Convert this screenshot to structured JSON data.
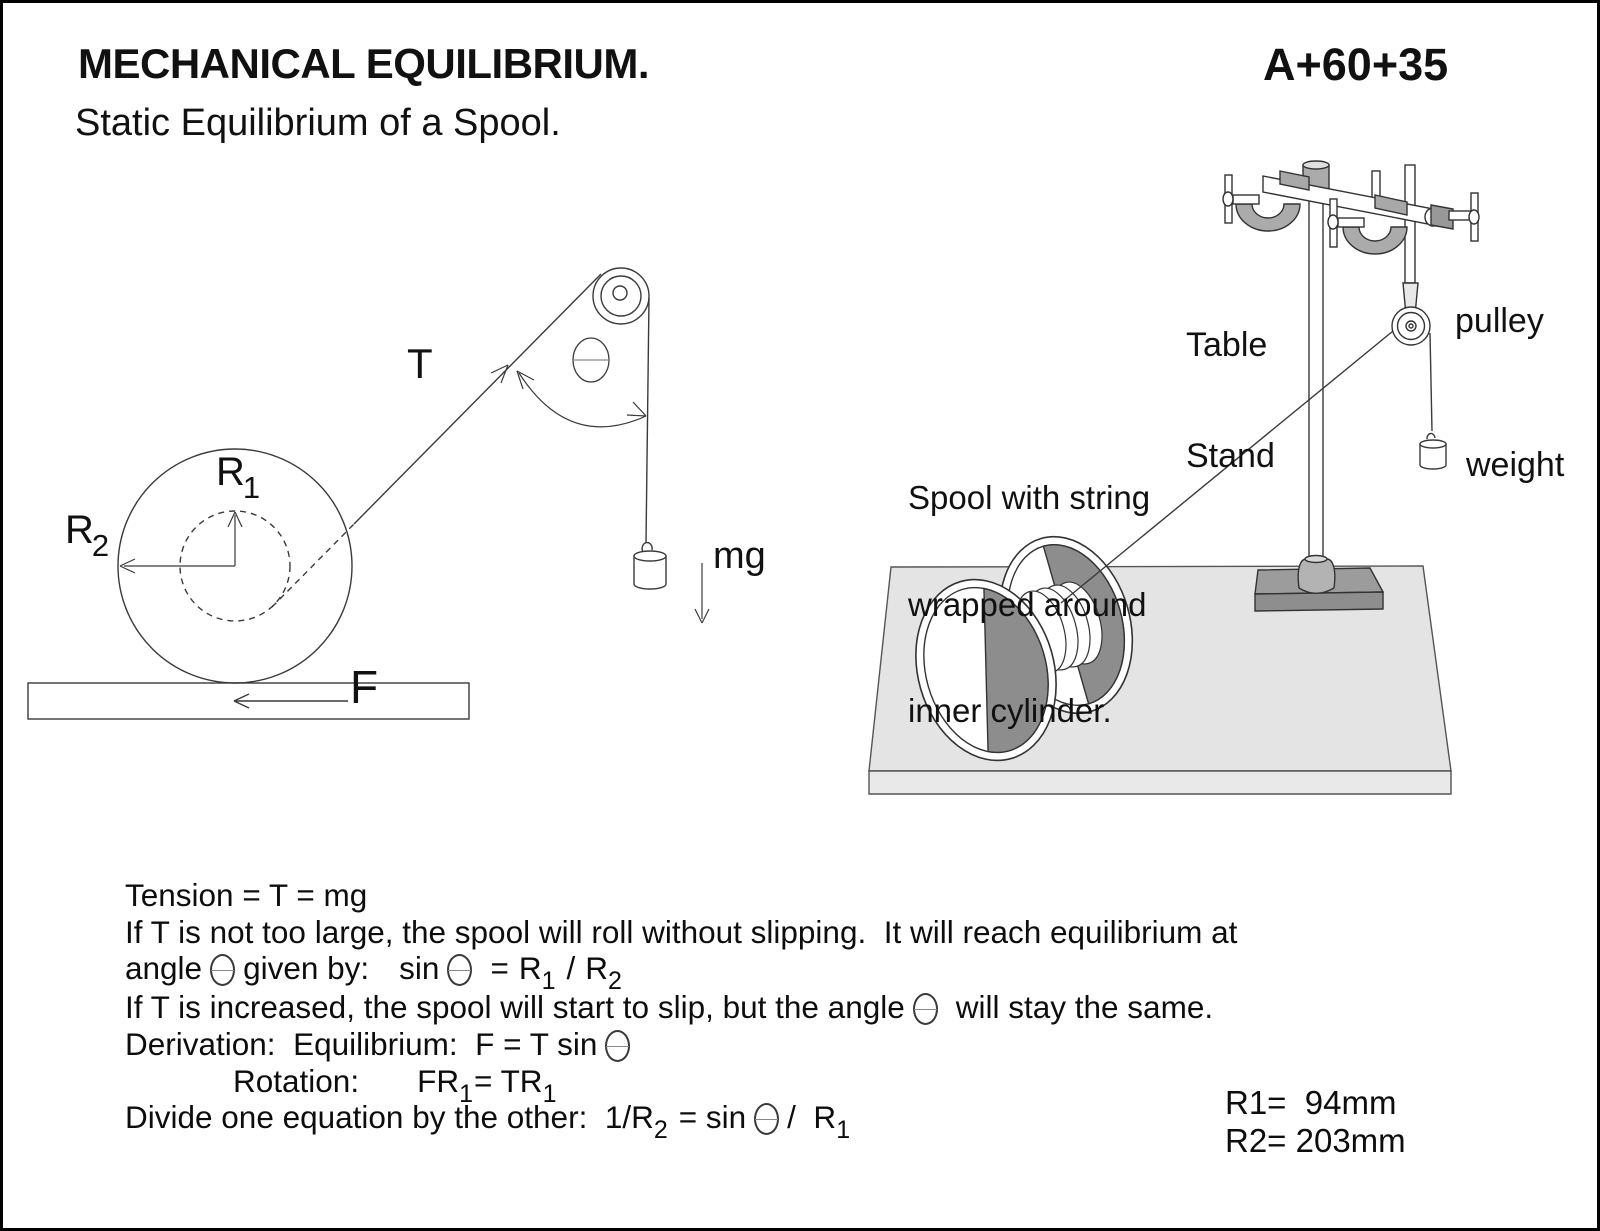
{
  "header": {
    "title": "MECHANICAL EQUILIBRIUM.",
    "code": "A+60+35",
    "subtitle": "Static Equilibrium of a Spool."
  },
  "symbols": {
    "theta": "Θ"
  },
  "colors": {
    "ink": "#111111",
    "line": "#3a3a3a",
    "table_fill": "#e4e4e4",
    "hardware_fill": "#ababab",
    "base_plate_fill": "#9c9c9c",
    "spool_shadow": "#8d8d8d"
  },
  "left_diagram": {
    "tension_label": "T",
    "radius_letter": "R",
    "r1_sub": "1",
    "r2_sub": "2",
    "friction_label": "F",
    "weight_label": "mg"
  },
  "right_diagram": {
    "stand_caption": [
      "Table",
      "Stand"
    ],
    "pulley_caption": "pulley",
    "weight_caption": "weight",
    "spool_caption": [
      "Spool with string",
      "wrapped around",
      "inner cylinder."
    ]
  },
  "notes": {
    "tension_line": "Tension = T = mg",
    "roll_line": "If T is not too large, the spool will roll without slipping.  It will reach equilibrium at",
    "angle_pre": "angle",
    "given_by": "given by:",
    "sin": "sin",
    "equals": "=",
    "radius_letter": "R",
    "sub1": "1",
    "sub2": "2",
    "slash": "/",
    "slip_line_a": "If T is increased, the spool will start to slip, but the angle",
    "slip_line_b": "will stay the same.",
    "derivation_line": "Derivation:  Equilibrium:  F = T sin",
    "rotation_label": "Rotation:",
    "rotation_eq_a": "FR",
    "rotation_eq_b": "= TR",
    "divide_line_a": "Divide one equation by the other:  1/R",
    "divide_line_b": "= sin",
    "divide_line_c": "/  R",
    "r1_value": "R1=  94mm",
    "r2_value": "R2= 203mm"
  }
}
